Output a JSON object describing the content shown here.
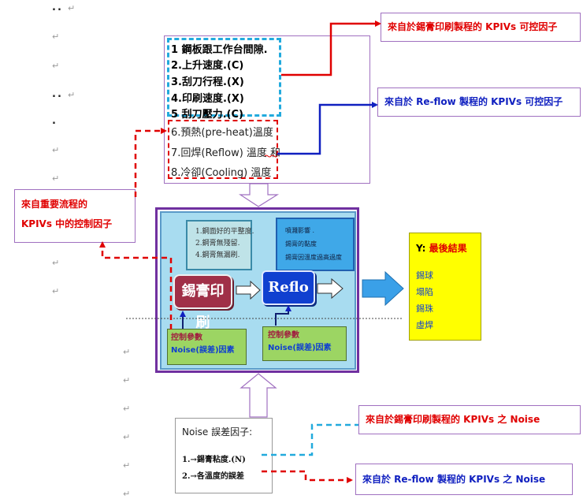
{
  "colors": {
    "red": "#e00000",
    "blue": "#1020c0",
    "cyan": "#22aadd",
    "purple": "#7030a0",
    "process_bg": "#a8dcf0",
    "yellow": "#ffff00",
    "green": "#9cd563"
  },
  "paragraph_mark": "↵",
  "dots": "..",
  "dot_single": ".",
  "top_list": {
    "items": [
      "1 鋼板跟工作台間隙.",
      "2.上升速度.(C)",
      "3.刮刀行程.(X)",
      "4.印刷速度.(X)",
      "5 刮刀壓力.(C)",
      "6.預熱(pre-heat)溫度",
      "7.回焊(Reflow) 溫度 和",
      "8.冷卻(Cooling) 溫度"
    ]
  },
  "callouts": {
    "print_kpiv": "來自於錫膏印刷製程的 KPIVs 可控因子",
    "reflow_kpiv": "來自於 Re-flow 製程的 KPIVs 可控因子",
    "important_line1": "來自重要流程的",
    "important_line2": "KPIVs 中的控制因子",
    "print_noise": "來自於錫膏印刷製程的 KPIVs 之 Noise",
    "reflow_noise": "來自於 Re-flow 製程的 KPIVs 之 Noise"
  },
  "process": {
    "print_notes": [
      "1.鋼面好的平整度.",
      "2.鋼膏無殘留.",
      "4.鋼膏無漏刷."
    ],
    "reflow_notes": [
      "噴濺影響 .",
      "錫膏的黏度",
      "錫膏因溫度過高過度"
    ],
    "print_label": "錫膏印刷",
    "reflow_label": "Reflo",
    "control_params": "控制參數",
    "noise_factor": "Noise(誤差)因素"
  },
  "result": {
    "title_prefix": "Y:",
    "title": "最後結果",
    "items": [
      "錫球",
      "塌陷",
      "錫珠",
      "虛焊"
    ]
  },
  "noise_box": {
    "title": "Noise 誤差因子:",
    "item1": "1.→錫膏粘度.(N)",
    "item2": "2.→各溫度的誤差"
  }
}
